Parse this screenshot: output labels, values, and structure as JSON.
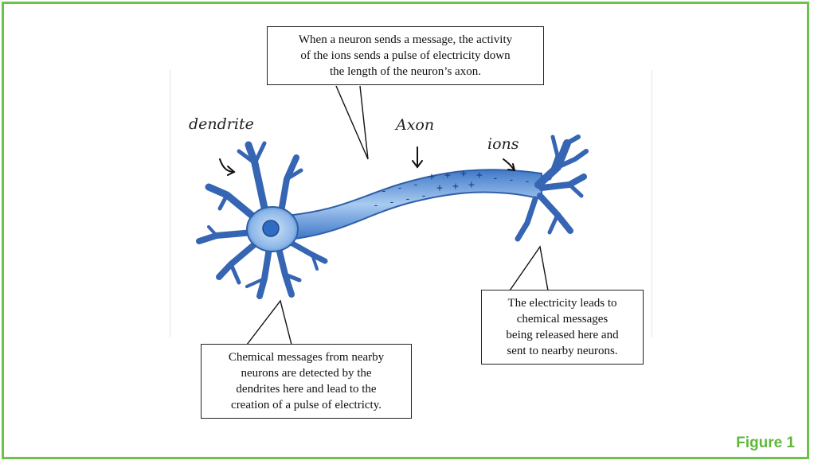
{
  "figure": {
    "label": "Figure 1",
    "accent_color": "#6cc24a",
    "neuron_color": "#5b8fd6"
  },
  "drawing_labels": {
    "dendrite": "dendrite",
    "axon": "Axon",
    "ions": "ions",
    "charge_plus": "+",
    "charge_minus": "-"
  },
  "callouts": {
    "top": [
      "When a neuron sends a message, the activity",
      "of the ions sends a pulse of electricity down",
      "the length of the neuron’s axon."
    ],
    "bottom_left": [
      "Chemical messages from nearby",
      "neurons are detected by the",
      "dendrites here and lead to the",
      "creation of a pulse of electricty."
    ],
    "bottom_right": [
      "The electricity leads to",
      "chemical messages",
      "being released here and",
      "sent to nearby neurons."
    ]
  }
}
